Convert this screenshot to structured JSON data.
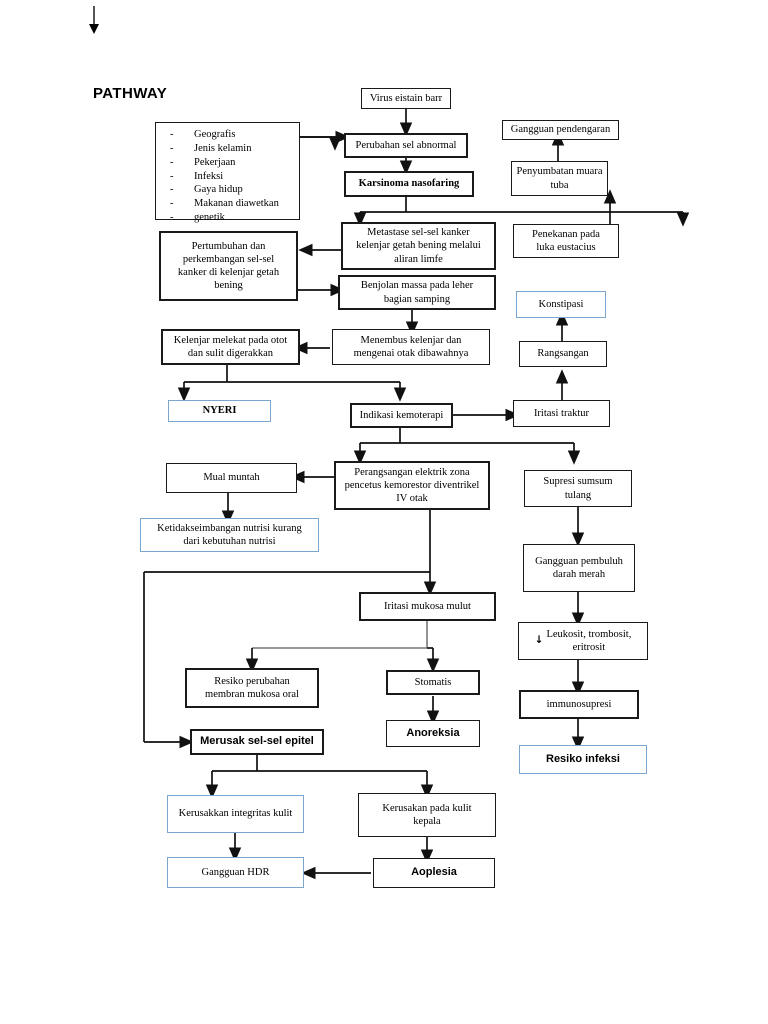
{
  "page": {
    "title": "PATHWAY",
    "top_marker_icon": "arrow-down-icon"
  },
  "risk_factors": {
    "bullet": "-",
    "items": [
      "Geografis",
      "Jenis kelamin",
      "Pekerjaan",
      "Infeksi",
      "Gaya hidup",
      "Makanan diawetkan",
      "genetik"
    ]
  },
  "nodes": {
    "virus": "Virus eistain barr",
    "perubahan_sel": "Perubahan sel abnormal",
    "karsinoma": "Karsinoma nasofaring",
    "gangguan_pendengaran": "Gangguan pendengaran",
    "penyumbatan": "Penyumbatan muara\ntuba",
    "penekanan": "Penekanan pada\nluka eustacius",
    "metastase": "Metastase sel-sel kanker\nkelenjar getah bening melalui\naliran limfe",
    "pertumbuhan": "Pertumbuhan dan\nperkembangan sel-sel\nkanker di kelenjar getah\nbening",
    "benjolan": "Benjolan massa pada leher\nbagian samping",
    "konstipasi": "Konstipasi",
    "kelenjar_melekat": "Kelenjar melekat pada otot\ndan sulit digerakkan",
    "menembus": "Menembus kelenjar dan\nmengenai otak dibawahnya",
    "rangsangan": "Rangsangan",
    "nyeri": "NYERI",
    "indikasi": "Indikasi kemoterapi",
    "iritasi_traktur": "Iritasi traktur",
    "mual": "Mual muntah",
    "perangsangan": "Perangsangan elektrik zona\npencetus kemorestor diventrikel\nIV otak",
    "supresi": "Supresi sumsum\ntulang",
    "ketidakseimbangan": "Ketidakseimbangan nutrisi kurang\ndari kebutuhan nutrisi",
    "gangguan_pembuluh": "Gangguan pembuluh\ndarah merah",
    "iritasi_mukosa": "Iritasi mukosa mulut",
    "leukosit_arrow": "↓",
    "leukosit": "Leukosit, trombosit,\neritrosit",
    "resiko_membran": "Resiko perubahan\nmembran mukosa oral",
    "stomatis": "Stomatis",
    "immunosupresi": "immunosupresi",
    "anoreksia": "Anoreksia",
    "resiko_infeksi": "Resiko infeksi",
    "merusak": "Merusak sel-sel epitel",
    "kerusakkan_integritas": "Kerusakkan integritas kulit",
    "kerusakan_kulit_kepala": "Kerusakan pada kulit\nkepala",
    "gangguan_hdr": "Gangguan HDR",
    "aoplesia": "Aoplesia"
  },
  "colors": {
    "stroke": "#1a1a1a",
    "blue_border": "#7aa6d0",
    "background": "#ffffff"
  }
}
